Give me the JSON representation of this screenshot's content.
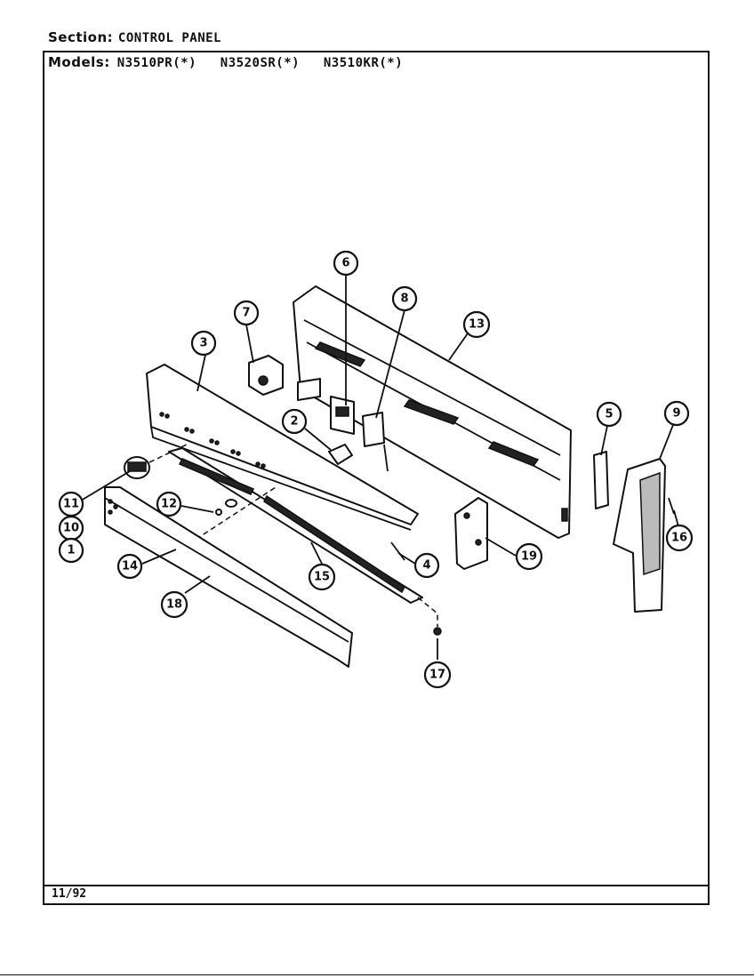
{
  "header": {
    "section_label": "Section:",
    "section_value": "CONTROL PANEL",
    "models_label": "Models:",
    "models_value": "N3510PR(*)   N3520SR(*)   N3510KR(*)"
  },
  "footer": {
    "date": "11/92"
  },
  "callouts": [
    "6",
    "7",
    "8",
    "13",
    "3",
    "2",
    "5",
    "9",
    "11",
    "10",
    "1",
    "12",
    "14",
    "15",
    "4",
    "19",
    "16",
    "18",
    "17"
  ]
}
